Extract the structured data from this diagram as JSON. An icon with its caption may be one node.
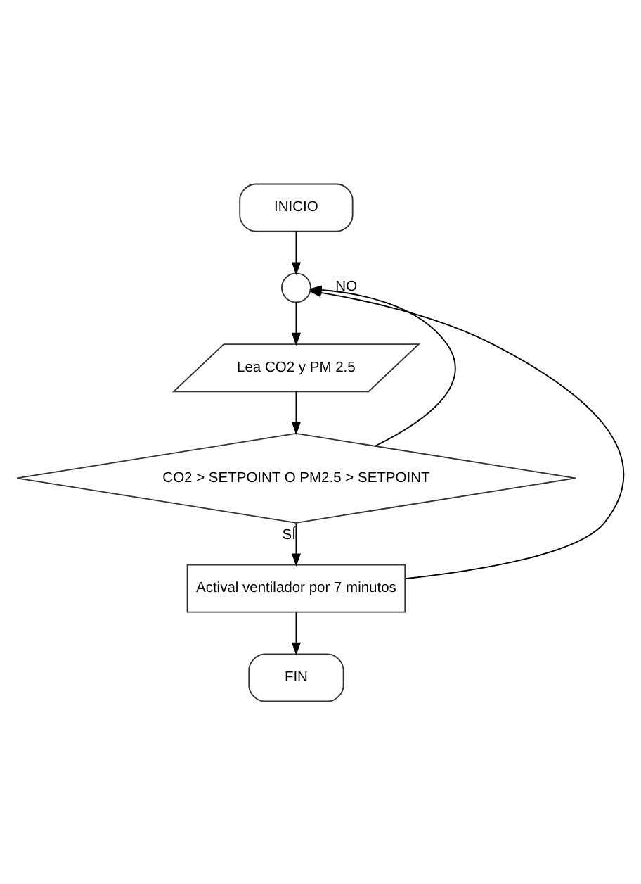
{
  "diagram": {
    "nodes": [
      {
        "text": [
          "INICIO"
        ]
      },
      {
        "text": [],
        "shape": "circle"
      },
      {
        "text": [
          "Lea CO2 y PM 2.5"
        ]
      },
      {
        "text": [
          "CO2 > SETPOINT O PM2.5 > SETPOINT"
        ]
      },
      {
        "text": [
          "Actival ventilador por 7 minutos"
        ]
      },
      {
        "text": [
          "FIN"
        ]
      }
    ],
    "edges": [
      {
        "from": 0,
        "to": 1,
        "arrow": "to"
      },
      {
        "from": 1,
        "to": 2,
        "arrow": "to"
      },
      {
        "from": 2,
        "to": 3,
        "arrow": "to"
      },
      {
        "from": 3,
        "to": 1,
        "arrow": "to",
        "label": "NO"
      },
      {
        "from": 3,
        "to": 4,
        "arrow": "to",
        "label": "SÍ"
      },
      {
        "from": 4,
        "to": 1,
        "arrow": "to"
      },
      {
        "from": 4,
        "to": 5,
        "arrow": "to"
      }
    ]
  }
}
